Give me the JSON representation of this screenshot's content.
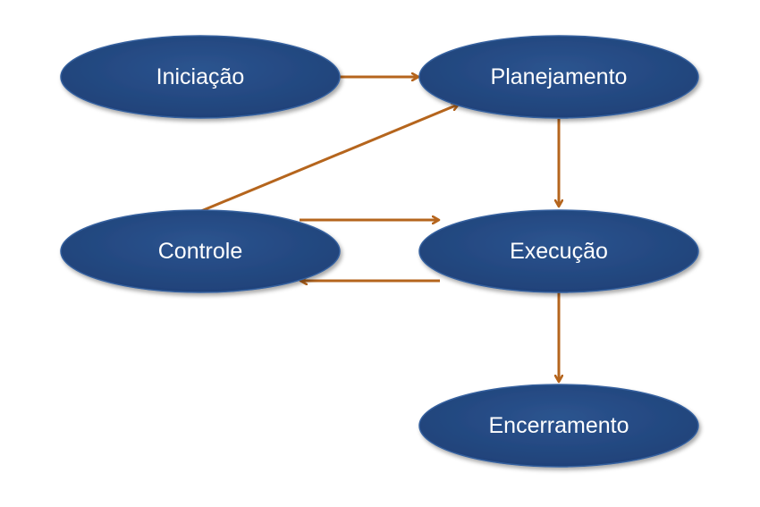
{
  "colors": {
    "node_fill": "#244a84",
    "node_stroke": "#35609e",
    "arrow": "#b5651d",
    "label": "#ffffff",
    "background": "#ffffff"
  },
  "nodes": {
    "iniciacao": {
      "label": "Iniciação"
    },
    "planejamento": {
      "label": "Planejamento"
    },
    "controle": {
      "label": "Controle"
    },
    "execucao": {
      "label": "Execução"
    },
    "encerramento": {
      "label": "Encerramento"
    }
  },
  "edges": [
    {
      "from": "Iniciação",
      "to": "Planejamento"
    },
    {
      "from": "Planejamento",
      "to": "Execução"
    },
    {
      "from": "Controle",
      "to": "Planejamento"
    },
    {
      "from": "Controle",
      "to": "Execução"
    },
    {
      "from": "Execução",
      "to": "Controle"
    },
    {
      "from": "Execução",
      "to": "Encerramento"
    }
  ]
}
